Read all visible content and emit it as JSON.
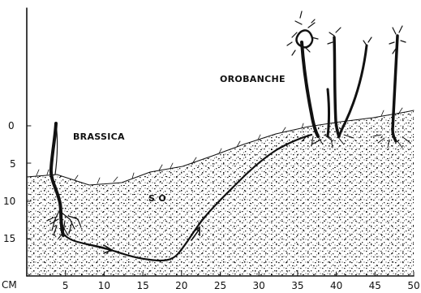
{
  "labels": {
    "brassica": "BRASSICA",
    "orobanche": "OROBANCHE",
    "soil": "S O",
    "unit": "CM"
  },
  "x_axis": {
    "unit": "CM",
    "ticks": [
      "5",
      "10",
      "15",
      "20",
      "25",
      "30",
      "35",
      "40",
      "45",
      "50"
    ]
  },
  "y_axis": {
    "ticks": [
      "0",
      "5",
      "10",
      "15"
    ]
  }
}
